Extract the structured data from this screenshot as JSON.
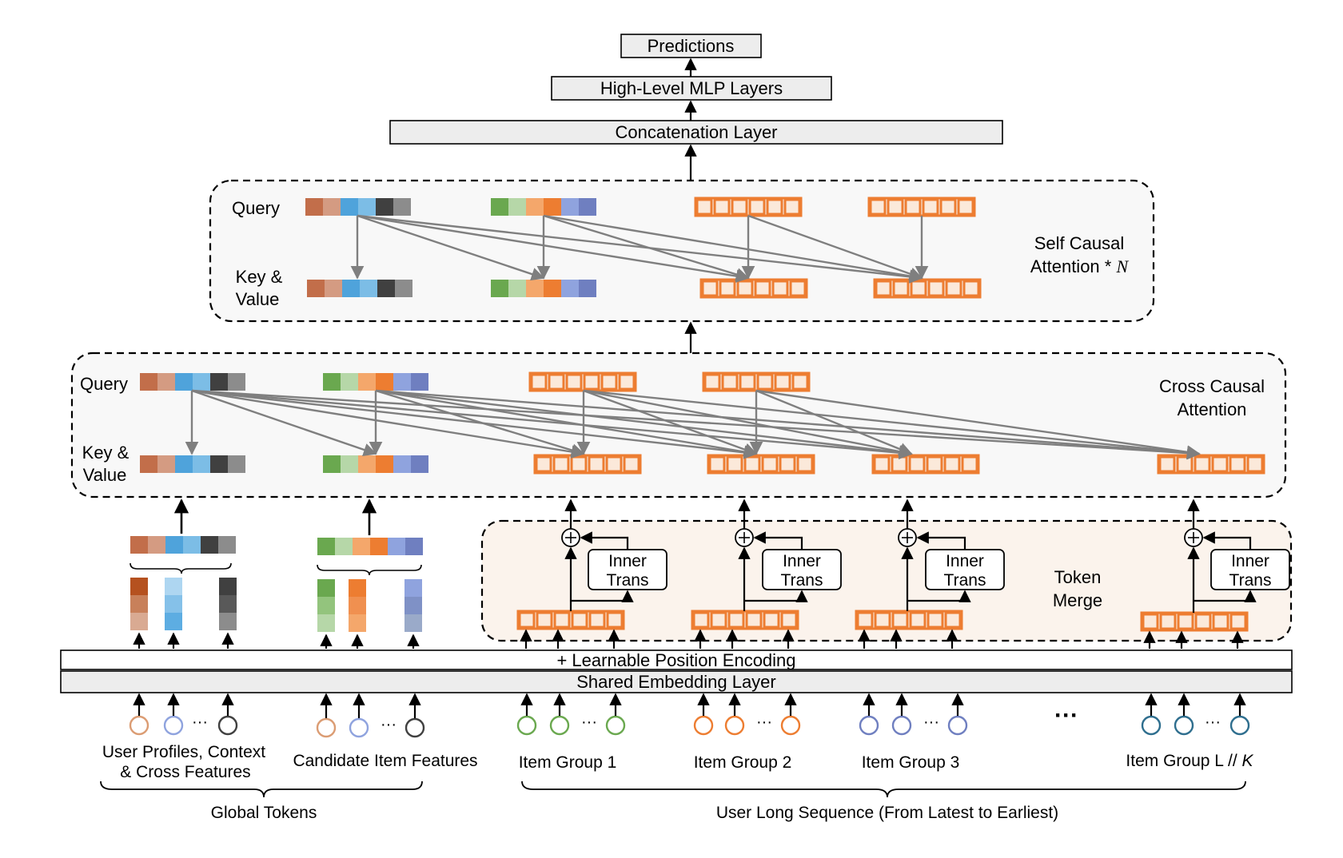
{
  "top": {
    "predictions": "Predictions",
    "mlp": "High-Level MLP Layers",
    "concat": "Concatenation Layer"
  },
  "self_attention": {
    "query_label": "Query",
    "kv_label_1": "Key &",
    "kv_label_2": "Value",
    "title_1": "Self Causal",
    "title_2": "Attention * ",
    "title_var": "N"
  },
  "cross_attention": {
    "query_label": "Query",
    "kv_label_1": "Key &",
    "kv_label_2": "Value",
    "title_1": "Cross Causal",
    "title_2": "Attention"
  },
  "token_merge": {
    "title_1": "Token",
    "title_2": "Merge",
    "inner_1": "Inner",
    "inner_2": "Trans",
    "plus_symbol": "+"
  },
  "embedding": {
    "position": "+ Learnable Position Encoding",
    "shared": "Shared Embedding Layer"
  },
  "groups": {
    "user_profiles_1": "User Profiles, Context",
    "user_profiles_2": "& Cross Features",
    "candidate": "Candidate Item Features",
    "item_group_1": "Item Group 1",
    "item_group_2": "Item Group 2",
    "item_group_3": "Item Group 3",
    "item_group_l": "Item Group L // ",
    "item_group_l_var": "K",
    "ellipsis_small": "···",
    "ellipsis_big": "···",
    "global_tokens": "Global Tokens",
    "user_long_sequence": "User Long Sequence (From Latest to Earliest)"
  },
  "colors": {
    "orange_stroke": "#ED7D31",
    "orange_fill": "#FBE9DA",
    "arrow_gray": "#7F7F7F",
    "box_fill": "#EDEDED",
    "token_merge_bg": "#FBF3EC",
    "attention_bg": "#F8F8F8",
    "user_token_1": "#C26E4A",
    "user_token_2": "#D49B82",
    "user_token_3": "#4FA3DB",
    "user_token_4": "#7CBDE6",
    "user_token_5": "#404040",
    "user_token_6": "#8C8C8C",
    "cand_token_1": "#6AA84F",
    "cand_token_2": "#B6D7A8",
    "cand_token_3": "#F4A76B",
    "cand_token_4": "#ED7D31",
    "cand_token_5": "#8FA3DE",
    "cand_token_6": "#6F7FC0",
    "green_circle": "#6AA84F",
    "orange_circle": "#ED7D31",
    "blue_circle": "#6F7FC0",
    "teal_circle": "#2E6E8E",
    "light_orange_circle": "#DB9C73",
    "light_blue_circle": "#8FA3DE",
    "dark_circle": "#404040"
  }
}
